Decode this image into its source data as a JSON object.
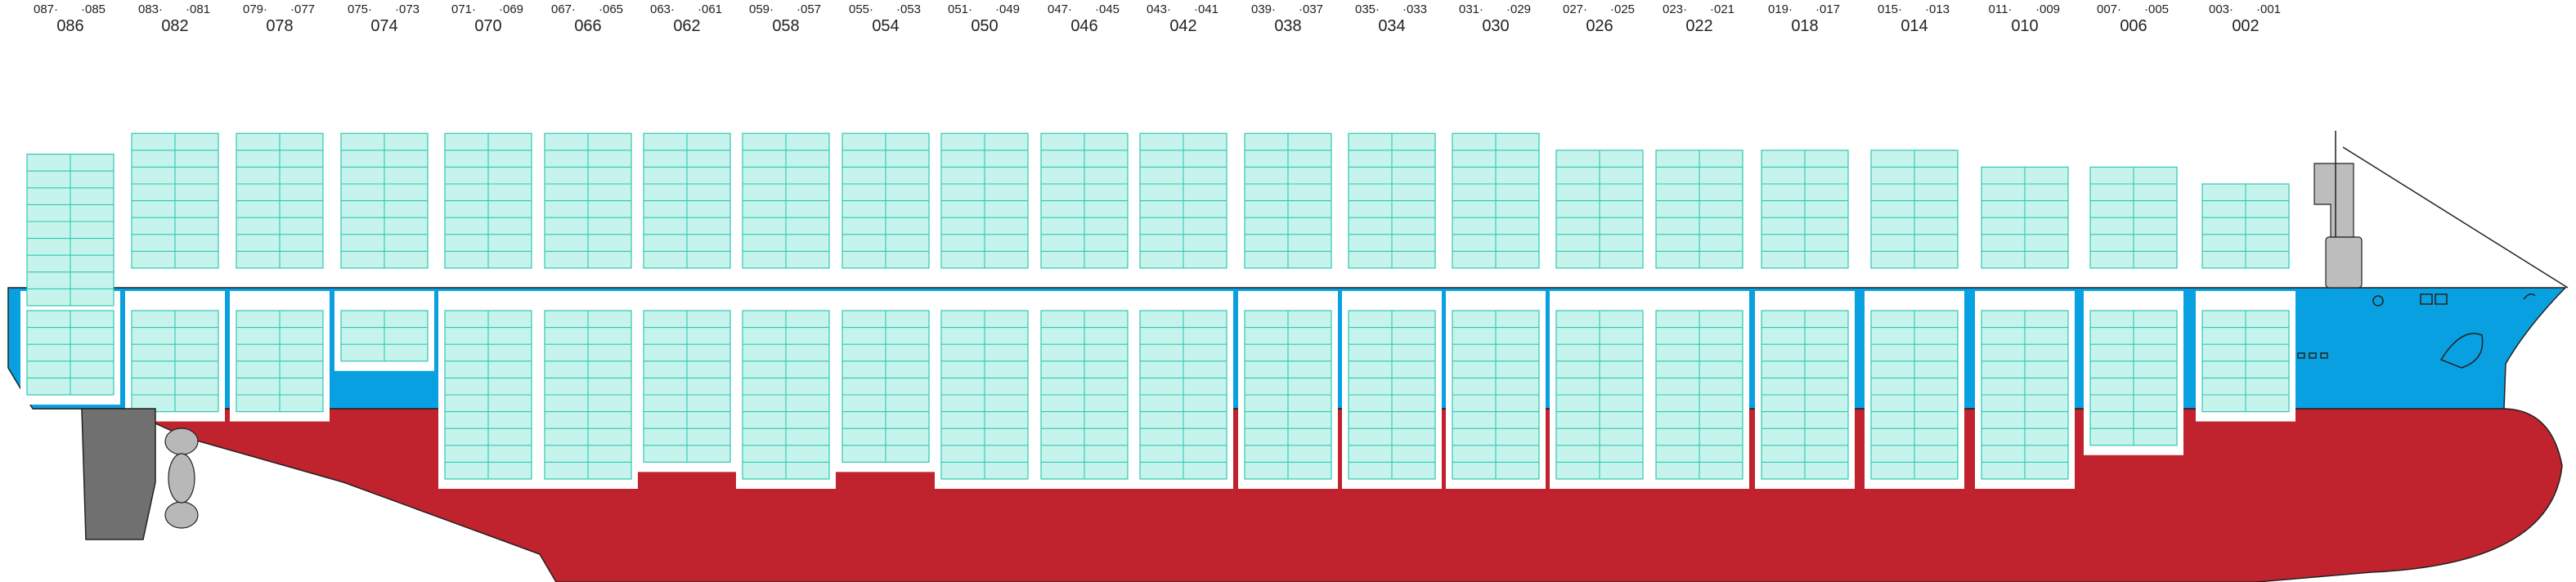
{
  "colors": {
    "hull_red": "#C0232D",
    "hull_blue": "#08A0E0",
    "container_fill": "#C6F4EC",
    "container_line": "#2FC7B4",
    "hold_white": "#FFFFFF",
    "outline": "#222222",
    "rudder": "#707070",
    "propeller": "#B8B8B8",
    "superstructure": "#BDBDBD"
  },
  "bays": [
    {
      "pair": [
        "087",
        "085"
      ],
      "bay": "086"
    },
    {
      "pair": [
        "083",
        "081"
      ],
      "bay": "082"
    },
    {
      "pair": [
        "079",
        "077"
      ],
      "bay": "078"
    },
    {
      "pair": [
        "075",
        "073"
      ],
      "bay": "074"
    },
    {
      "pair": [
        "071",
        "069"
      ],
      "bay": "070"
    },
    {
      "pair": [
        "067",
        "065"
      ],
      "bay": "066"
    },
    {
      "pair": [
        "063",
        "061"
      ],
      "bay": "062"
    },
    {
      "pair": [
        "059",
        "057"
      ],
      "bay": "058"
    },
    {
      "pair": [
        "055",
        "053"
      ],
      "bay": "054"
    },
    {
      "pair": [
        "051",
        "049"
      ],
      "bay": "050"
    },
    {
      "pair": [
        "047",
        "045"
      ],
      "bay": "046"
    },
    {
      "pair": [
        "043",
        "041"
      ],
      "bay": "042"
    },
    {
      "pair": [
        "039",
        "037"
      ],
      "bay": "038"
    },
    {
      "pair": [
        "035",
        "033"
      ],
      "bay": "034"
    },
    {
      "pair": [
        "031",
        "029"
      ],
      "bay": "030"
    },
    {
      "pair": [
        "027",
        "025"
      ],
      "bay": "026"
    },
    {
      "pair": [
        "023",
        "021"
      ],
      "bay": "022"
    },
    {
      "pair": [
        "019",
        "017"
      ],
      "bay": "018"
    },
    {
      "pair": [
        "015",
        "013"
      ],
      "bay": "014"
    },
    {
      "pair": [
        "011",
        "009"
      ],
      "bay": "010"
    },
    {
      "pair": [
        "007",
        "005"
      ],
      "bay": "006"
    },
    {
      "pair": [
        "003",
        "001"
      ],
      "bay": "002"
    }
  ],
  "deck_tiers": [
    9,
    8,
    8,
    8,
    8,
    8,
    8,
    8,
    8,
    8,
    8,
    8,
    8,
    8,
    8,
    7,
    7,
    7,
    7,
    6,
    6,
    5
  ],
  "hold_tiers": [
    5,
    6,
    6,
    3,
    10,
    10,
    9,
    10,
    9,
    10,
    10,
    10,
    10,
    10,
    10,
    10,
    10,
    10,
    10,
    10,
    8,
    6
  ]
}
